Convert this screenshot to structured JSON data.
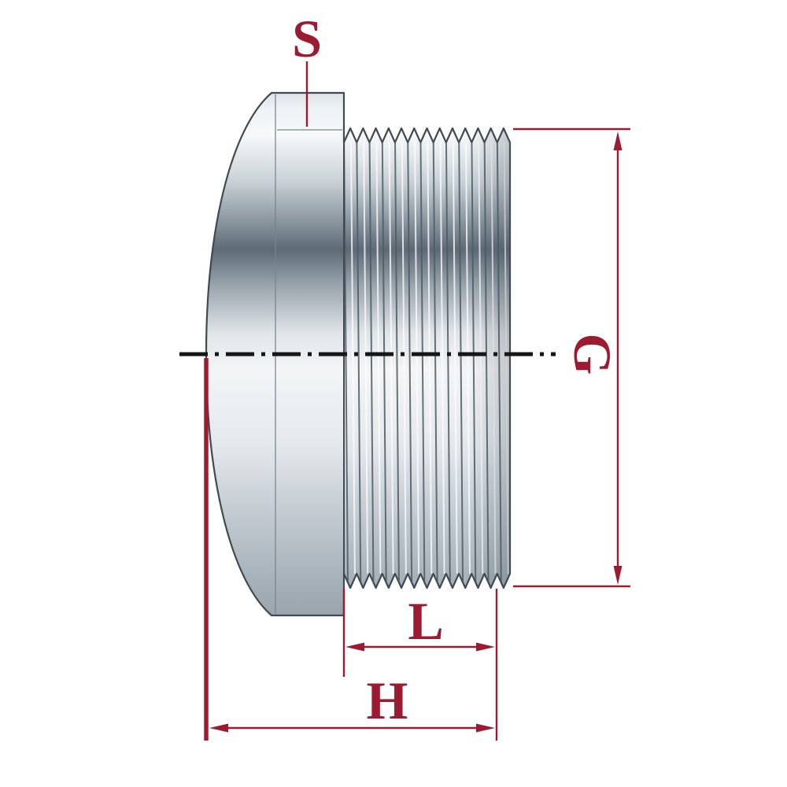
{
  "page": {
    "background": "#ffffff"
  },
  "drawing": {
    "name": "threaded-plug-technical-drawing",
    "dims": {
      "s": {
        "label": "S"
      },
      "g": {
        "label": "G"
      },
      "l": {
        "label": "L"
      },
      "h": {
        "label": "H"
      }
    },
    "colors": {
      "dimension_red": "#9d1b31",
      "outline_gray": "#3f4a52",
      "centerline_black": "#161616",
      "metal_bright": "#f6f8f9",
      "metal_dark": "#5d6a75",
      "background": "#ffffff"
    }
  }
}
